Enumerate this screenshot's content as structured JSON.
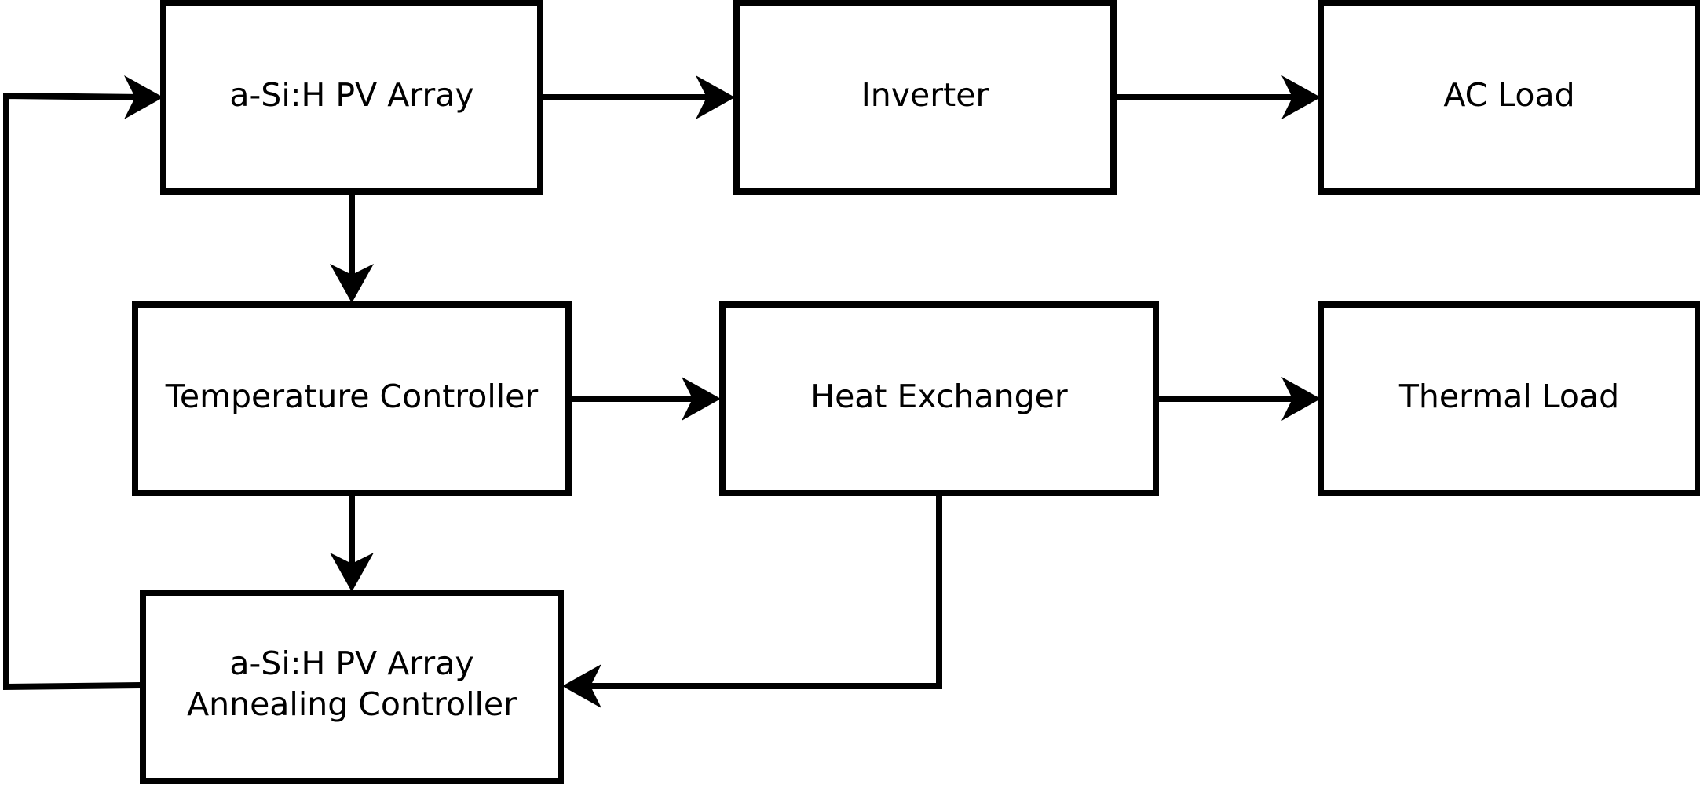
{
  "diagram": {
    "nodes": {
      "pv_array": "a-Si:H PV Array",
      "inverter": "Inverter",
      "ac_load": "AC Load",
      "temperature_controller": "Temperature Controller",
      "heat_exchanger": "Heat Exchanger",
      "thermal_load": "Thermal Load",
      "annealing_controller_line1": "a-Si:H PV Array",
      "annealing_controller_line2": "Annealing Controller"
    },
    "edges": [
      {
        "from": "pv_array",
        "to": "inverter"
      },
      {
        "from": "inverter",
        "to": "ac_load"
      },
      {
        "from": "pv_array",
        "to": "temperature_controller"
      },
      {
        "from": "temperature_controller",
        "to": "heat_exchanger"
      },
      {
        "from": "heat_exchanger",
        "to": "thermal_load"
      },
      {
        "from": "temperature_controller",
        "to": "annealing_controller"
      },
      {
        "from": "heat_exchanger",
        "to": "annealing_controller"
      },
      {
        "from": "annealing_controller",
        "to": "pv_array"
      }
    ],
    "colors": {
      "stroke": "#000000",
      "fill": "#ffffff"
    }
  }
}
